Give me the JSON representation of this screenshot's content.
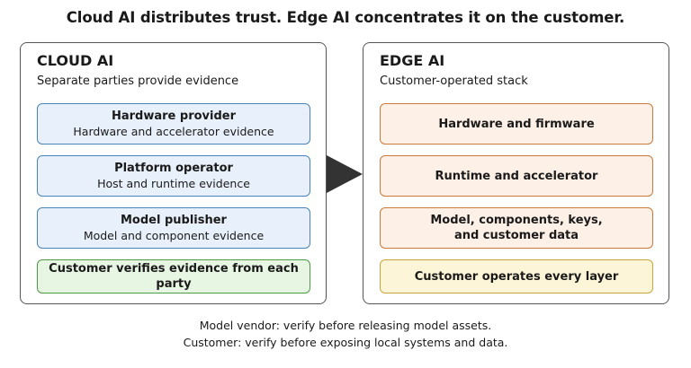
{
  "title": "Cloud AI distributes trust. Edge AI concentrates it on the customer.",
  "cloud": {
    "title": "CLOUD AI",
    "subtitle": "Separate parties provide evidence",
    "boxes": [
      {
        "title": "Hardware provider",
        "sub": "Hardware and accelerator evidence"
      },
      {
        "title": "Platform operator",
        "sub": "Host and runtime evidence"
      },
      {
        "title": "Model publisher",
        "sub": "Model and component evidence"
      },
      {
        "title": "Customer verifies evidence from each party"
      }
    ]
  },
  "edge": {
    "title": "EDGE AI",
    "subtitle": "Customer-operated stack",
    "boxes": [
      {
        "title": "Hardware and firmware"
      },
      {
        "title": "Runtime and accelerator"
      },
      {
        "line1": "Model, components, keys,",
        "line2": "and customer data"
      },
      {
        "title": "Customer operates every layer"
      }
    ]
  },
  "footer": {
    "line1": "Model vendor: verify before releasing model assets.",
    "line2": "Customer: verify before exposing local systems and data."
  },
  "colors": {
    "blue_fill": "#e8f1fb",
    "blue_border": "#4a83b8",
    "green_fill": "#e7f5e3",
    "green_border": "#4f9a45",
    "orange_fill": "#fdf0e6",
    "orange_border": "#c97a3c",
    "yellow_fill": "#fdf5d8",
    "yellow_border": "#c9a73c",
    "arrow": "#333333"
  }
}
